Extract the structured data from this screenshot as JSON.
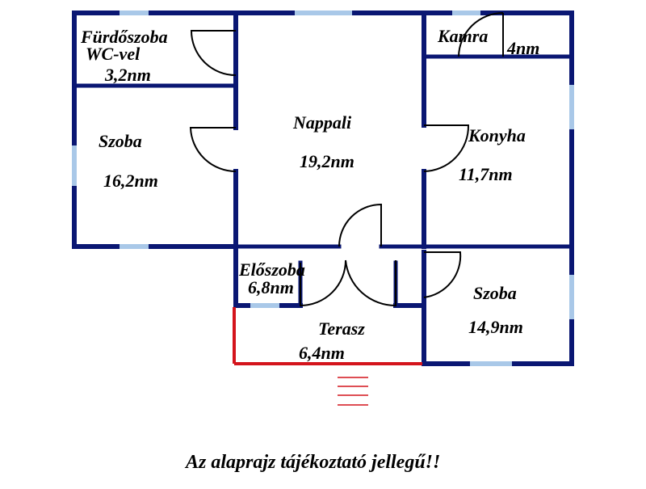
{
  "colors": {
    "wall": "#0a1773",
    "window": "#a9c8e8",
    "door": "#000000",
    "terrace_outline": "#d4141c",
    "background": "#ffffff"
  },
  "rooms": {
    "bathroom": {
      "name_line1": "Fürdőszoba",
      "name_line2": "WC-vel",
      "area": "3,2nm"
    },
    "bedroom_left": {
      "name": "Szoba",
      "area": "16,2nm"
    },
    "living": {
      "name": "Nappali",
      "area": "19,2nm"
    },
    "pantry": {
      "name": "Kamra",
      "area": "4nm"
    },
    "kitchen": {
      "name": "Konyha",
      "area": "11,7nm"
    },
    "hall": {
      "name": "Előszoba",
      "area": "6,8nm"
    },
    "terrace": {
      "name": "Terasz",
      "area": "6,4nm"
    },
    "bedroom_right": {
      "name": "Szoba",
      "area": "14,9nm"
    }
  },
  "footer": {
    "note": "Az alaprajz tájékoztató jellegű!!"
  }
}
